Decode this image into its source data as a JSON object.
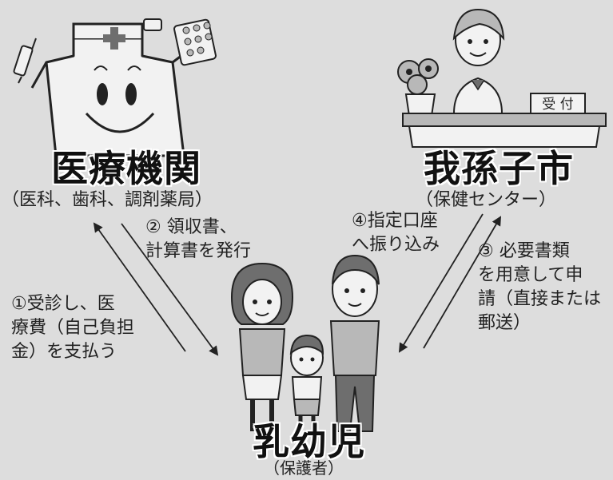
{
  "nodes": {
    "medical": {
      "title": "医療機関",
      "subtitle": "（医科、歯科、調剤薬局）"
    },
    "city": {
      "title": "我孫子市",
      "subtitle": "（保健センター）",
      "sign_text": "受 付"
    },
    "infant": {
      "title": "乳幼児",
      "subtitle": "（保護者）"
    }
  },
  "steps": {
    "step1": "①受診し、医\n療費（自己負担\n金）を支払う",
    "step2": "② 領収書、\n計算書を発行",
    "step3": "③ 必要書類\nを用意して申\n請（直接または\n郵送）",
    "step4": "④指定口座\nへ振り込み"
  },
  "colors": {
    "background": "#dddddd",
    "ink": "#222222",
    "fill_light": "#f2f2f2",
    "fill_mid": "#b8b8b8",
    "fill_dark": "#6e6e6e"
  }
}
